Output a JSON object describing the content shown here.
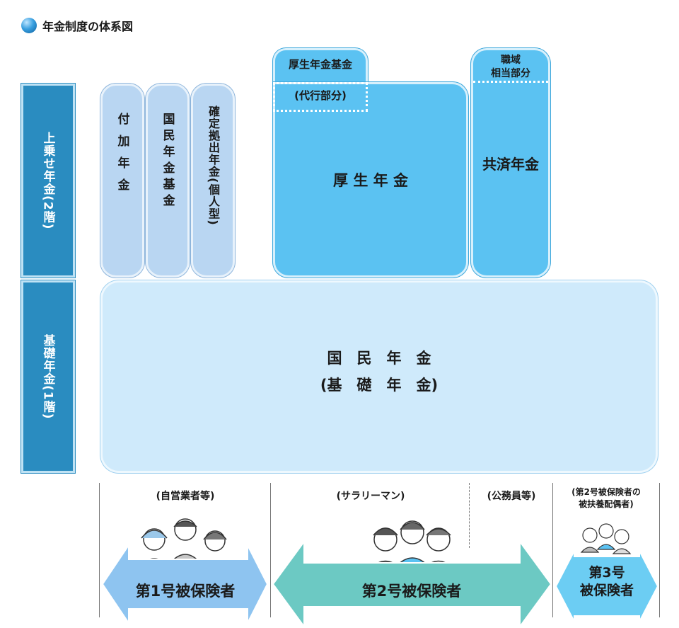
{
  "title": "年金制度の体系図",
  "tiers": {
    "upper": "上乗せ年金(2階)",
    "base": "基礎年金(1階)"
  },
  "upper_plans": {
    "fuka": "付加年金",
    "kokumin_kikin": "国民年金基金",
    "kakutei": "確定拠出年金(個人型)",
    "kosei_kikin": "厚生年金基金",
    "daiko": "(代行部分)",
    "kosei": "厚 生 年 金",
    "shokuiki": "職域",
    "shokuiki2": "相当部分",
    "kyosai": "共済年金"
  },
  "base_plan": {
    "line1": "国　民　年　金",
    "line2": "(基　礎　年　金)"
  },
  "groups": {
    "g1_label": "(自営業者等)",
    "g2_label": "(サラリーマン)",
    "g2b_label": "(公務員等)",
    "g3_label1": "(第2号被保険者の",
    "g3_label2": "被扶養配偶者)",
    "g1_name": "第1号被保険者",
    "g2_name": "第2号被保険者",
    "g3_name1": "第3号",
    "g3_name2": "被保険者"
  },
  "colors": {
    "arrow1": "#8ec4f0",
    "arrow2": "#6cc9c3",
    "arrow3": "#6ccdf3"
  }
}
